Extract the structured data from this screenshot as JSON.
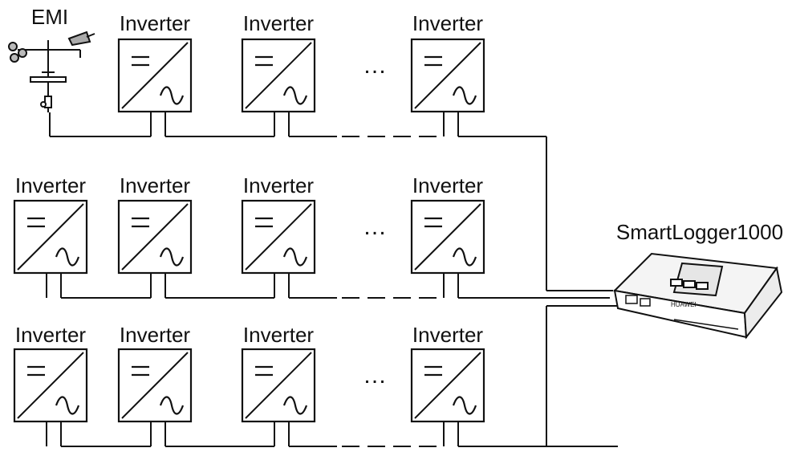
{
  "emi": {
    "label": "EMI"
  },
  "logger": {
    "label": "SmartLogger1000"
  },
  "inverter_label": "Inverter",
  "ellipsis": "…",
  "rows": [
    {
      "has_emi": true,
      "inverters": [
        "Inverter",
        "Inverter",
        "Inverter"
      ]
    },
    {
      "has_emi": false,
      "inverters": [
        "Inverter",
        "Inverter",
        "Inverter",
        "Inverter"
      ]
    },
    {
      "has_emi": false,
      "inverters": [
        "Inverter",
        "Inverter",
        "Inverter",
        "Inverter"
      ]
    }
  ],
  "colors": {
    "line": "#111111",
    "logger_body": "#f4f4f4",
    "screen": "#e6e6e6"
  }
}
